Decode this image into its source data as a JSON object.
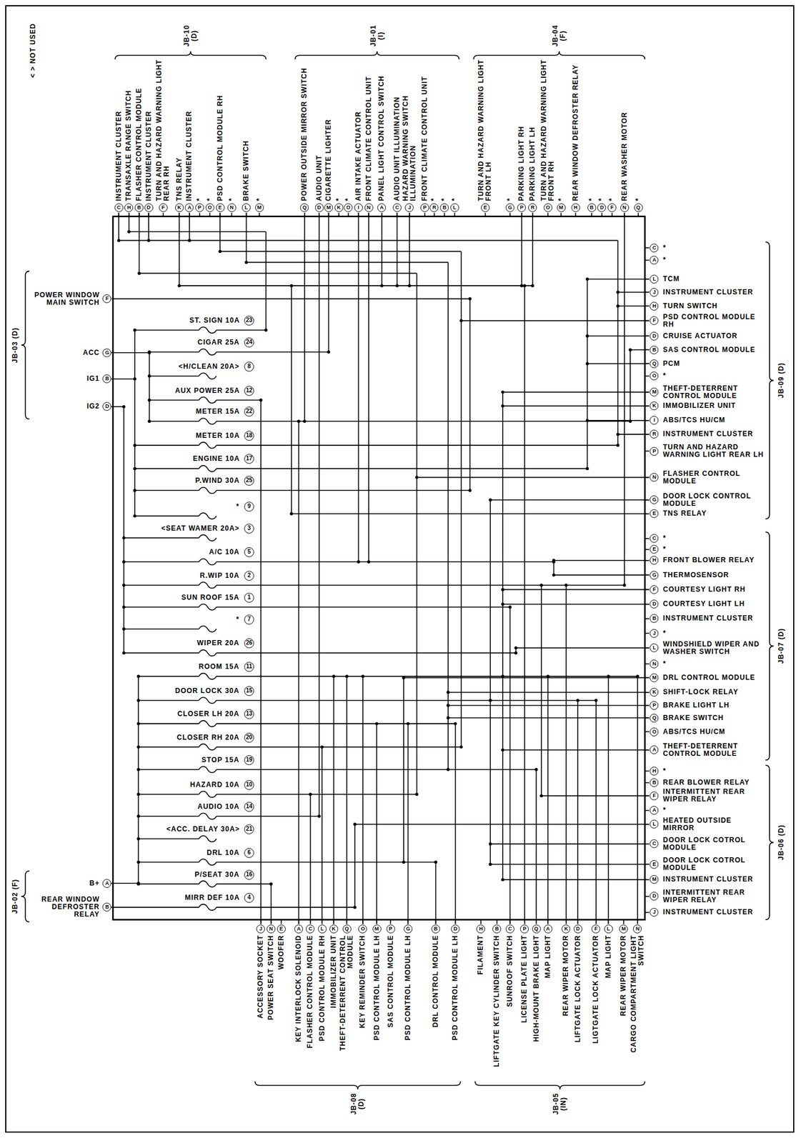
{
  "diagram": {
    "labels": [
      "< > NOT USED",
      "JB-10 (D)",
      "C",
      "INSTRUMENT CLUSTER",
      "H",
      "TRANSAXLE RANGE SWITCH",
      "B",
      "FLASHER CONTROL MODULE",
      "D",
      "INSTRUMENT CLUSTER",
      "F",
      "TURN AND HAZARD WARNING LIGHT REAR RH",
      "K",
      "TNS RELAY",
      "A",
      "INSTRUMENT CLUSTER",
      "P",
      "*",
      "O",
      "*",
      "E",
      "PSD CONTROL MODULE RH",
      "N",
      "*",
      "L",
      "BRAKE SWITCH",
      "M",
      "*",
      "JB-01 (I)",
      "Q",
      "POWER OUTSIDE MIRROR SWITCH",
      "D",
      "AUDIO UNIT",
      "M",
      "CIGARETTE LIGHTER",
      "K",
      "*",
      "O",
      "*",
      "I",
      "AIR INTAKE ACTUATOR",
      "N",
      "FRONT CLIMATE CONTROL UNIT",
      "A",
      "PANEL LIGHT CONTROL SWITCH",
      "C",
      "AUDIO UNIT ILLUMINATION",
      "J",
      "HAZARD WARNING SWITCH ILLUMINATION",
      "P",
      "FRONT CLIMATE CONTROL UNIT",
      "R",
      "*",
      "B",
      "*",
      "L",
      "*",
      "JB-04 (F)",
      "E",
      "TURN AND HAZARD WARNING LIGHT FRONT LH",
      "G",
      "*",
      "P",
      "PARKING LIGHT RH",
      "R",
      "PARKING LIGHT LH",
      "O",
      "TURN AND HAZARD WARNING LIGHT FRONT RH",
      "M",
      "*",
      "H",
      "REAR WINDOW DEFROSTER RELAY",
      "B",
      "*",
      "D",
      "*",
      "F",
      "*",
      "N",
      "REAR WASHER MOTOR",
      "Q",
      "*",
      "JB-03 (D)",
      "F",
      "POWER WINDOW MAIN SWITCH",
      "G",
      "ACC",
      "B",
      "IG1",
      "D",
      "IG2",
      "JB-02 (F)",
      "A",
      "B+",
      "B",
      "REAR WINDOW DEFROSTER RELAY",
      "ST. SIGN 10A",
      "23",
      "CIGAR 25A",
      "24",
      "<H/CLEAN 20A>",
      "8",
      "AUX POWER 25A",
      "12",
      "METER 15A",
      "22",
      "METER 10A",
      "18",
      "ENGINE 10A",
      "17",
      "P.WIND 30A",
      "25",
      "*",
      "9",
      "<SEAT WAMER 20A>",
      "3",
      "A/C 10A",
      "5",
      "R.WIP 10A",
      "2",
      "SUN ROOF 15A",
      "1",
      "*",
      "7",
      "WIPER 20A",
      "26",
      "ROOM 15A",
      "11",
      "DOOR LOCK 30A",
      "15",
      "CLOSER LH 20A",
      "13",
      "CLOSER RH 20A",
      "20",
      "STOP 15A",
      "19",
      "HAZARD 10A",
      "10",
      "AUDIO 10A",
      "14",
      "<ACC. DELAY 30A>",
      "21",
      "DRL 10A",
      "6",
      "P/SEAT 30A",
      "16",
      "MIRR DEF 10A",
      "4",
      "JB-09 (D)",
      "C",
      "*",
      "A",
      "*",
      "L",
      "TCM",
      "J",
      "INSTRUMENT CLUSTER",
      "H",
      "TURN SWITCH",
      "F",
      "PSD CONTROL MODULE RH",
      "D",
      "CRUISE ACTUATOR",
      "B",
      "SAS CONTROL MODULE",
      "Q",
      "PCM",
      "O",
      "*",
      "M",
      "THEFT-DETERRENT CONTROL MODULE",
      "K",
      "IMMOBILIZER UNIT",
      "I",
      "ABS/TCS HU/CM",
      "R",
      "INSTRUMENT CLUSTER",
      "P",
      "TURN AND HAZARD WARNING LIGHT REAR LH",
      "N",
      "FLASHER CONTROL MODULE",
      "G",
      "DOOR LOCK CONTROL MODULE",
      "E",
      "TNS RELAY",
      "JB-07 (D)",
      "C",
      "*",
      "E",
      "*",
      "H",
      "FRONT BLOWER RELAY",
      "G",
      "THERMOSENSOR",
      "F",
      "COURTESY LIGHT RH",
      "D",
      "COURTESY LIGHT LH",
      "B",
      "INSTRUMENT CLUSTER",
      "J",
      "*",
      "L",
      "WINDSHIELD WIPER AND WASHER SWITCH",
      "N",
      "*",
      "M",
      "DRL CONTROL MODULE",
      "K",
      "SHIFT-LOCK RELAY",
      "P",
      "BRAKE LIGHT LH",
      "Q",
      "BRAKE SWITCH",
      "O",
      "ABS/TCS HU/CM",
      "A",
      "THEFT-DETERRENT CONTROL MODULE",
      "JB-06 (D)",
      "H",
      "*",
      "B",
      "REAR BLOWER RELAY",
      "F",
      "INTERMITTENT REAR WIPER RELAY",
      "A",
      "*",
      "L",
      "HEATED OUTSIDE MIRROR",
      "C",
      "DOOR LOCK COTROL MODULE",
      "E",
      "DOOR LOCK COTROL MODULE",
      "M",
      "INSTRUMENT CLUSTER",
      "D",
      "INTERMITTENT REAR WIPER RELAY",
      "J",
      "INSTRUMENT CLUSTER",
      "JB-08 (D)",
      "J",
      "ACCESSORY SOCKET",
      "N",
      "POWER SEAT SWITCH",
      "E",
      "WOOFER",
      "A",
      "KEY INTERLOCK SOLENOID",
      "C",
      "FLASHER CONTROL MODULE",
      "L",
      "PSD CONTROL MODULE RH",
      "K",
      "IMMOBILIZER UNIT",
      "Q",
      "THEFT-DETERRENT CONTROL MODULE",
      "O",
      "KEY REMINDER SWITCH",
      "M",
      "PSD CONTROL MODULE LH",
      "P",
      "SAS CONTROL MODULE",
      "G",
      "PSD CONTROL MODULE LH",
      "B",
      "DRL CONTROL MODULE",
      "D",
      "PSD CONTROL MODULE LH",
      "JB-05 (IN)",
      "H",
      "FILAMENT",
      "B",
      "LIFTGATE KEY CYLINDER SWITCH",
      "C",
      "SUNROOF SWITCH",
      "P",
      "LICENSE PLATE LIGHT",
      "Q",
      "HIGH-MOUNT BRAKE LIGHT",
      "A",
      "MAP LIGHT",
      "K",
      "REAR WIPER MOTOR",
      "D",
      "LIFTGATE LOCK ACTUATOR",
      "F",
      "LIGTGATE LOCK ACTUATOR",
      "L",
      "MAP LIGHT",
      "M",
      "REAR WIPER MOTOR",
      "N",
      "CARGO COMPARTMENT LIGHT SWITCH"
    ]
  }
}
